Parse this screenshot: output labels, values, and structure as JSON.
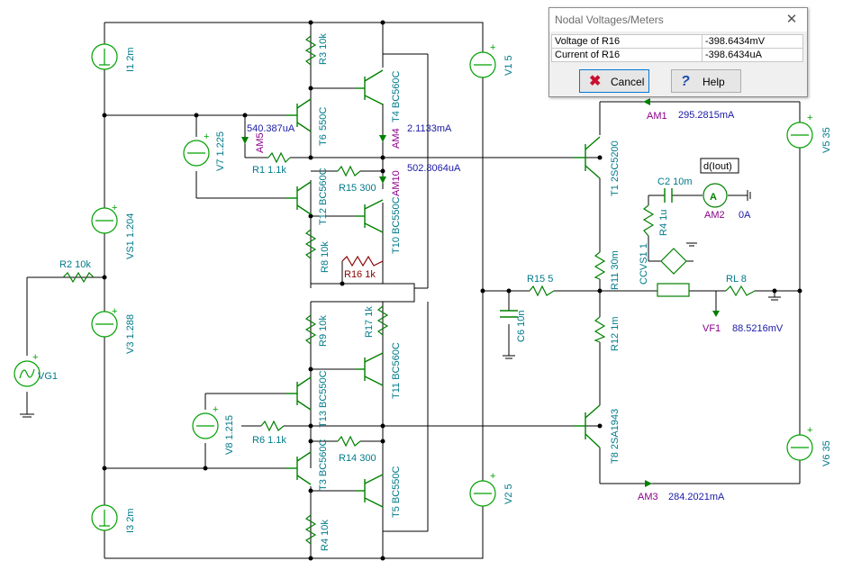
{
  "schematic": {
    "components": {
      "I1": "I1 2m",
      "I3": "I3 2m",
      "R3": "R3 10k",
      "T4": "T4 BC560C",
      "T6": "T6",
      "T6b": "550C",
      "V7": "V7 1.225",
      "AM5": "AM5",
      "R1": "R1 1.1k",
      "AM4": "AM4",
      "AM10": "AM10",
      "T12": "T12 BC560C",
      "R15_300": "R15 300",
      "T10": "T10 BC550C",
      "R8": "R8 10k",
      "R16": "R16 1k",
      "VS1": "VS1 1.204",
      "R2": "R2 10k",
      "V3": "V3 1.288",
      "VG1": "VG1",
      "V1": "V1 5",
      "V2": "V2 5",
      "AM1": "AM1",
      "T1": "T1 2SC5200",
      "C2": "C2 10m",
      "R4_1u": "R4 1u",
      "AM2": "AM2",
      "probe": "d(Iout)",
      "CCVS1": "CCVS1 1",
      "R11": "R11 30m",
      "R15_5": "R15 5",
      "RL": "RL 8",
      "C6": "C6 10n",
      "R12": "R12 1m",
      "VF1": "VF1",
      "V5": "V5 35",
      "V6": "V6 35",
      "R9": "R9 10k",
      "R17": "R17 1k",
      "T11": "T11 BC560C",
      "T13": "T13 BC550C",
      "V8": "V8 1.215",
      "R6": "R6 1.1k",
      "T3": "T3 BC560C",
      "R14": "R14 300",
      "T5": "T5 BC550C",
      "R4_10k": "R4 10k",
      "T8": "T8 2SA1943",
      "AM3": "AM3"
    },
    "readings": {
      "am5": "540.387uA",
      "am4": "2.1133mA",
      "am10": "502.8064uA",
      "am1": "295.2815mA",
      "am2": "0A",
      "vf1": "88.5216mV",
      "am3": "284.2021mA"
    },
    "colors": {
      "wire": "#000000",
      "source": "#00a000",
      "transistor": "#008000",
      "resistor": "#008000",
      "label": "#007a8a",
      "reading": "#1a1aa6",
      "meter": "#8b008b",
      "highlight_resistor": "#8b0000"
    }
  },
  "dialog": {
    "title": "Nodal Voltages/Meters",
    "close_icon": "close-icon",
    "rows": [
      {
        "name": "Voltage of R16",
        "value": "-398.6434mV"
      },
      {
        "name": "Current of R16",
        "value": "-398.6434uA"
      }
    ],
    "cancel_label": "Cancel",
    "help_label": "Help",
    "cancel_icon": "x-icon",
    "help_icon": "question-icon"
  }
}
